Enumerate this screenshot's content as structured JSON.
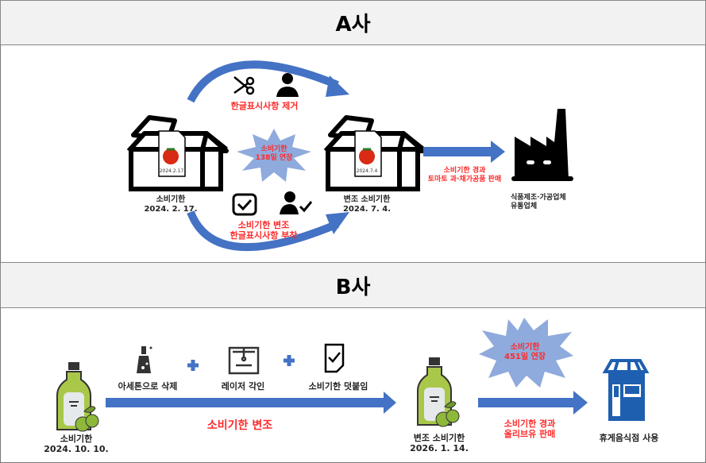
{
  "section_a": {
    "title": "A사",
    "original": {
      "label": "소비기한",
      "date": "2024. 2. 17.",
      "doc_date": "2024.2.17"
    },
    "step_remove": "한글표시사항 제거",
    "extension": {
      "line1": "소비기한",
      "line2": "138일 연장"
    },
    "step_attach": {
      "line1": "소비기한 변조",
      "line2": "한글표시사항 부착"
    },
    "altered": {
      "label": "변조 소비기한",
      "date": "2024. 7. 4.",
      "doc_date": "2024.7.4"
    },
    "sale": {
      "line1": "소비기한 경과",
      "line2": "토마토 과·채가공품 판매"
    },
    "buyer": {
      "line1": "식품제조·가공업체",
      "line2": "유통업체"
    }
  },
  "section_b": {
    "title": "B사",
    "original": {
      "label": "소비기한",
      "date": "2024. 10. 10."
    },
    "steps": [
      "아세톤으로 삭제",
      "레이저 각인",
      "소비기한 덧붙임"
    ],
    "process": "소비기한 변조",
    "altered": {
      "label": "변조 소비기한",
      "date": "2026. 1. 14."
    },
    "extension": {
      "line1": "소비기한",
      "line2": "451일 연장"
    },
    "sale": {
      "line1": "소비기한 경과",
      "line2": "올리브유 판매"
    },
    "buyer": "휴게음식점 사용"
  },
  "colors": {
    "arrow": "#4472c4",
    "burst": "#8faadc",
    "red": "#ff2a2a",
    "store": "#1f5fb0"
  }
}
